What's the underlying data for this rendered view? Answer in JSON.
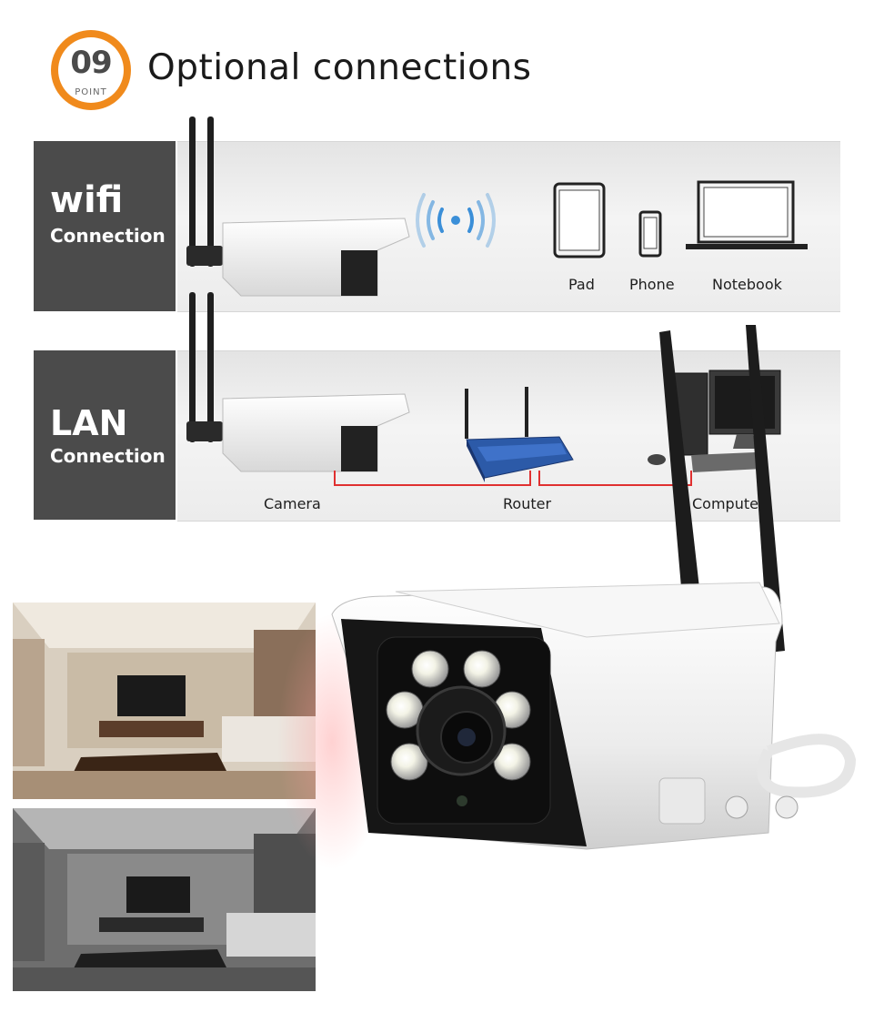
{
  "header": {
    "badge_number": "09",
    "badge_label": "POINT",
    "title": "Optional connections",
    "badge_color": "#f08a1c"
  },
  "wifi_section": {
    "tag_title": "wifi",
    "tag_subtitle": "Connection",
    "devices": [
      {
        "label": "Pad",
        "icon": "tablet-icon"
      },
      {
        "label": "Phone",
        "icon": "phone-icon"
      },
      {
        "label": "Notebook",
        "icon": "laptop-icon"
      }
    ],
    "signal_icon": "wifi-signal-icon"
  },
  "lan_section": {
    "tag_title": "LAN",
    "tag_subtitle": "Connection",
    "nodes": [
      {
        "label": "Camera"
      },
      {
        "label": "Router"
      },
      {
        "label": "Compute"
      }
    ],
    "cable_color": "#e03030"
  },
  "scenes": {
    "day_view": "room-daylight-image",
    "night_view": "room-night-vision-image"
  }
}
